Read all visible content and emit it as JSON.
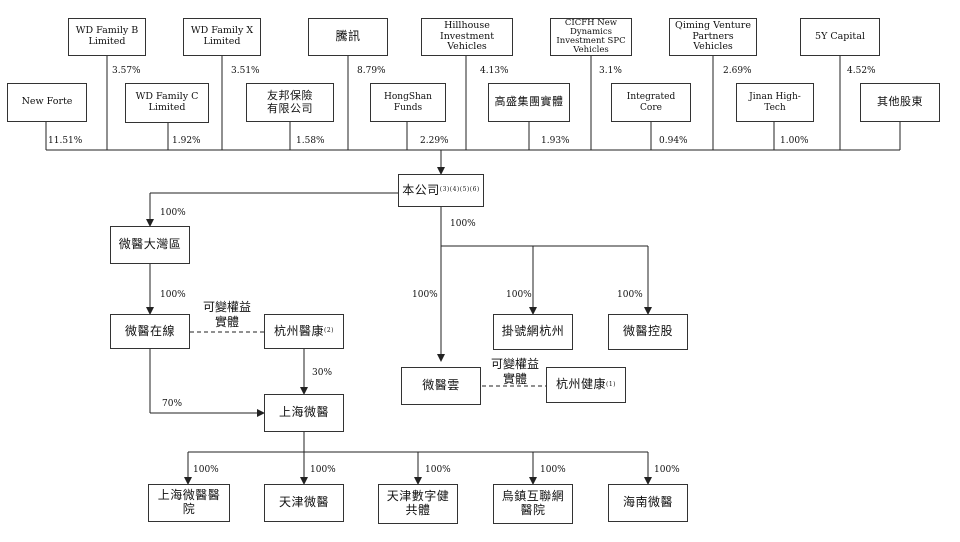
{
  "shareholders_top": [
    {
      "name": "WD Family B\nLimited",
      "pct": "3.57%"
    },
    {
      "name": "WD Family X\nLimited",
      "pct": "3.51%"
    },
    {
      "name": "騰訊",
      "pct": "8.79%"
    },
    {
      "name": "Hillhouse\nInvestment Vehicles",
      "pct": "4.13%"
    },
    {
      "name": "CICFH New\nDynamics\nInvestment SPC\nVehicles",
      "pct": "3.1%"
    },
    {
      "name": "Qiming Venture\nPartners Vehicles",
      "pct": "2.69%"
    },
    {
      "name": "5Y Capital",
      "pct": "4.52%"
    }
  ],
  "shareholders_bottom": [
    {
      "name": "New Forte",
      "pct": "11.51%"
    },
    {
      "name": "WD Family C\nLimited",
      "pct": "1.92%"
    },
    {
      "name": "友邦保險\n有限公司",
      "pct": "1.58%"
    },
    {
      "name": "HongShan Funds",
      "pct": "2.29%"
    },
    {
      "name": "高盛集團實體",
      "pct": "1.93%"
    },
    {
      "name": "Integrated Core",
      "pct": "0.94%"
    },
    {
      "name": "Jinan High-Tech",
      "pct": "1.00%"
    },
    {
      "name": "其他股東",
      "pct": ""
    }
  ],
  "company": {
    "name": "本公司",
    "note": "(3)(4)(5)(6)"
  },
  "entities": {
    "weiyi_bay": "微醫大灣區",
    "weiyi_online": "微醫在線",
    "hangzhou_yikang": "杭州醫康",
    "hangzhou_yikang_note": "(2)",
    "shanghai_weiyi": "上海微醫",
    "weiyi_cloud": "微醫雲",
    "hangzhou_jiankang": "杭州健康",
    "hangzhou_jiankang_note": "(1)",
    "guahao_hangzhou": "掛號網杭州",
    "weiyi_holding": "微醫控股",
    "sh_hospital": "上海微醫醫院",
    "tianjin_weiyi": "天津微醫",
    "tianjin_digital": "天津數字健\n共體",
    "wuzhen_hospital": "烏鎮互聯網\n醫院",
    "hainan_weiyi": "海南微醫"
  },
  "vie_label": "可變權益\n實體",
  "pcts": {
    "bay": "100%",
    "cloud_branch": "100%",
    "online": "100%",
    "cloud": "100%",
    "guahao": "100%",
    "holding": "100%",
    "yikang_sh": "30%",
    "online_sh": "70%",
    "c1": "100%",
    "c2": "100%",
    "c3": "100%",
    "c4": "100%",
    "c5": "100%"
  }
}
